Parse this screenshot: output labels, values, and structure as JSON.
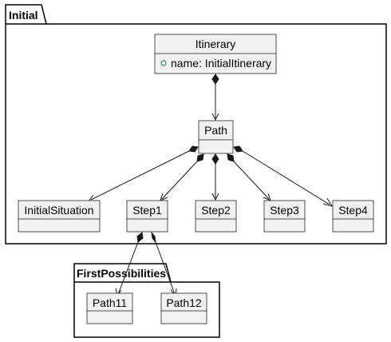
{
  "diagram": {
    "packages": [
      {
        "id": "initial",
        "label": "Initial"
      },
      {
        "id": "firstpossibilities",
        "label": "FirstPossibilities"
      }
    ],
    "classes": [
      {
        "id": "itinerary",
        "name": "Itinerary",
        "attributes": [
          {
            "visibility": "public",
            "text": "name: InitialItinerary"
          }
        ]
      },
      {
        "id": "path",
        "name": "Path",
        "attributes": []
      },
      {
        "id": "initialsituation",
        "name": "InitialSituation",
        "attributes": []
      },
      {
        "id": "step1",
        "name": "Step1",
        "attributes": []
      },
      {
        "id": "step2",
        "name": "Step2",
        "attributes": []
      },
      {
        "id": "step3",
        "name": "Step3",
        "attributes": []
      },
      {
        "id": "step4",
        "name": "Step4",
        "attributes": []
      },
      {
        "id": "path11",
        "name": "Path11",
        "attributes": []
      },
      {
        "id": "path12",
        "name": "Path12",
        "attributes": []
      }
    ],
    "relations": [
      {
        "type": "composition",
        "from": "itinerary",
        "to": "path"
      },
      {
        "type": "composition",
        "from": "path",
        "to": "initialsituation"
      },
      {
        "type": "composition",
        "from": "path",
        "to": "step1"
      },
      {
        "type": "composition",
        "from": "path",
        "to": "step2"
      },
      {
        "type": "composition",
        "from": "path",
        "to": "step3"
      },
      {
        "type": "composition",
        "from": "path",
        "to": "step4"
      },
      {
        "type": "composition",
        "from": "step1",
        "to": "path11"
      },
      {
        "type": "composition",
        "from": "step1",
        "to": "path12"
      }
    ],
    "colors": {
      "class_fill": "#f1f1f1",
      "class_stroke": "#181818",
      "public_marker": "#038048"
    }
  }
}
